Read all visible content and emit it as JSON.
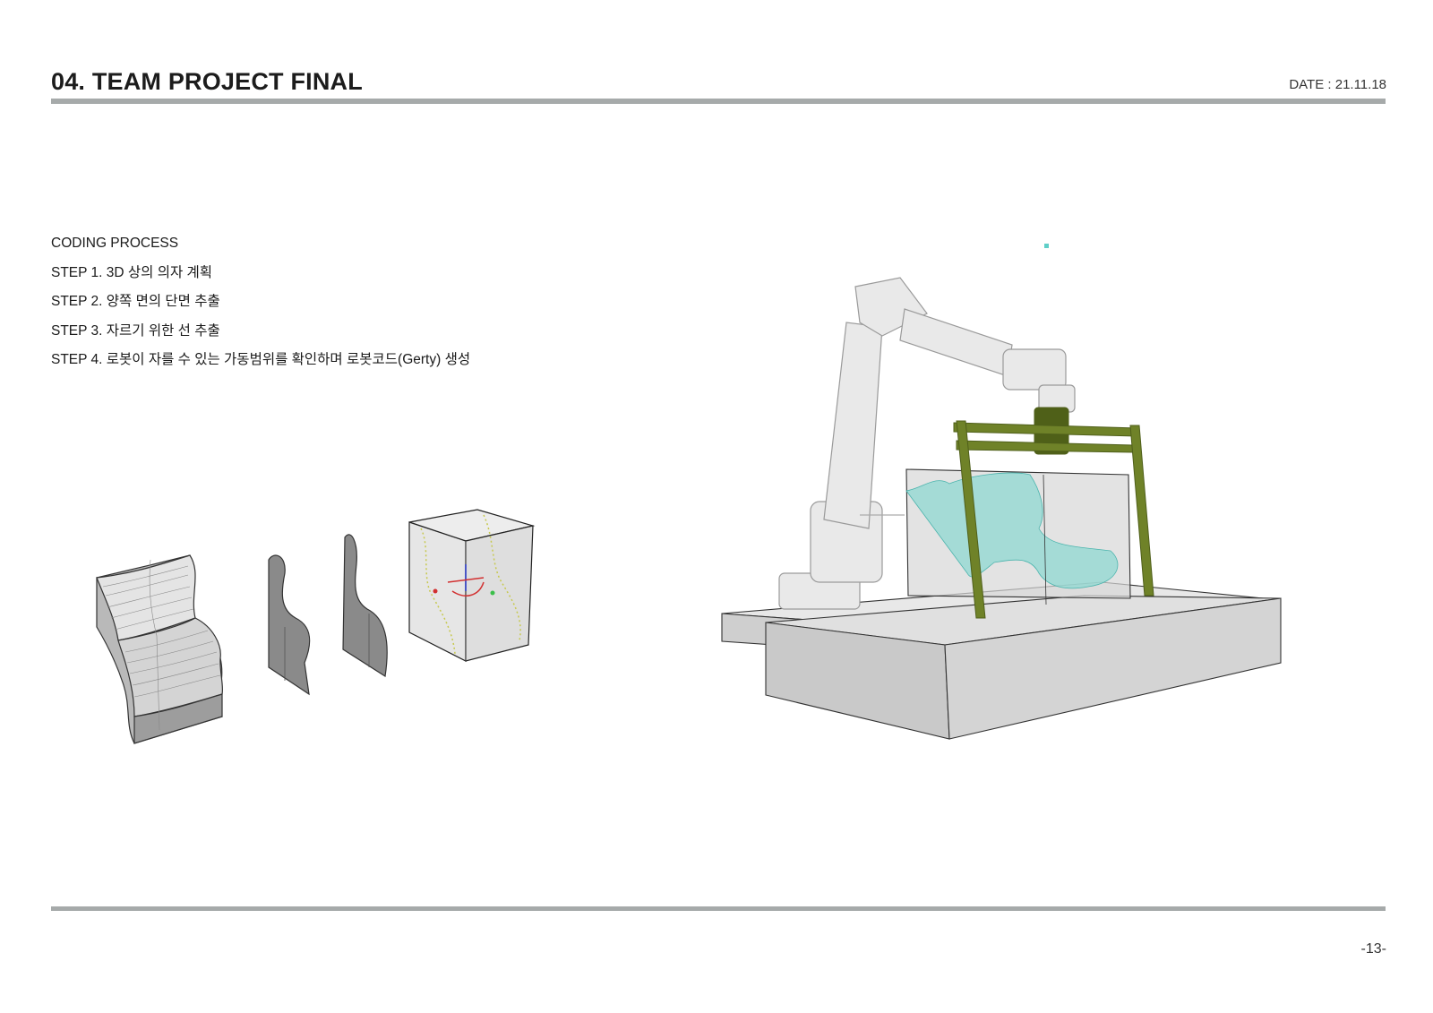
{
  "header": {
    "title": "04. TEAM PROJECT FINAL",
    "date": "DATE : 21.11.18"
  },
  "process": {
    "heading": "CODING PROCESS",
    "steps": [
      "STEP 1. 3D 상의 의자 계획",
      "STEP 2. 양쪽 면의 단면 추출",
      "STEP 3. 자르기 위한 선 추출",
      "STEP 4. 로봇이 자를 수 있는 가동범위를 확인하며 로봇코드(Gerty) 생성"
    ]
  },
  "footer": {
    "page_number": "-13-"
  },
  "colors": {
    "rule": "#a6aaaa",
    "frame": "#5a6b22",
    "foam_cut": "#8fd8d2",
    "block": "#d9d9d9"
  }
}
